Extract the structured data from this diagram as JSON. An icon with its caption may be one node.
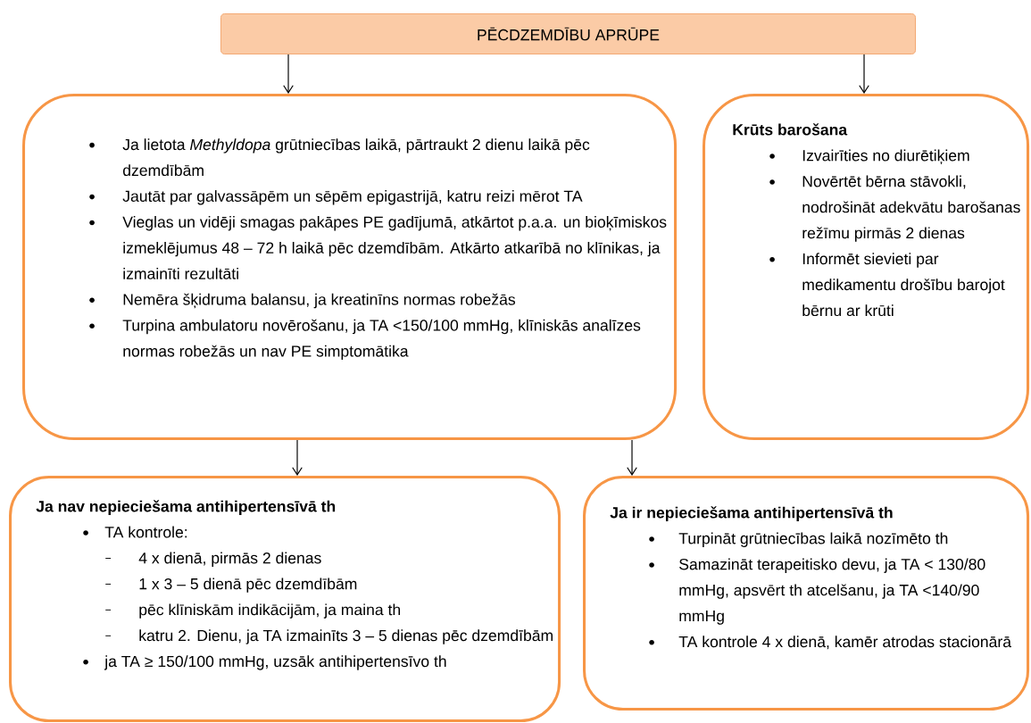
{
  "diagram": {
    "nodes": [
      {
        "text": [
          "PĒCDZEMDĪBU APRŪPE"
        ]
      },
      {
        "text": [
          "Ja lietota *Methyldopa* grūtniecības laikā, pārtraukt 2 dienu laikā pēc dzemdībām",
          "Jautāt par galvassāpēm un sēpēm epigastrijā, katru reizi mērot TA",
          "Vieglas un vidēji smagas pakāpes PE gadījumā, atkārtot p.a.a. un bioķīmiskos izmeklējumus 48 – 72 h laikā pēc dzemdībām. Atkārto atkarībā no klīnikas, ja izmainīti rezultāti",
          "Nemēra šķidruma balansu, ja kreatinīns normas robežās",
          "Turpina ambulatoru novērošanu, ja TA <150/100 mmHg, klīniskās analīzes normas robežās un nav PE simptomātika"
        ]
      },
      {
        "text": [
          "Krūts barošana",
          "Izvairīties no diurētiķiem",
          "Novērtēt bērna stāvokli, nodrošināt adekvātu barošanas režīmu pirmās 2 dienas",
          "Informēt sievieti par medikamentu drošību barojot bērnu ar krūti"
        ]
      },
      {
        "text": [
          "Ja nav nepieciešama antihipertensīvā th",
          "TA kontrole:",
          "4 x dienā, pirmās 2 dienas",
          "1 x 3 – 5 dienā pēc dzemdībām",
          "pēc klīniskām indikācijām, ja maina th",
          "katru 2. Dienu, ja TA izmainīts 3 – 5 dienas pēc dzemdībām",
          "ja TA ≥ 150/100 mmHg, uzsāk antihipertensīvo th"
        ]
      },
      {
        "text": [
          "Ja ir nepieciešama antihipertensīvā th",
          "Turpināt grūtniecības laikā nozīmēto th",
          "Samazināt terapeitisko devu, ja TA < 130/80 mmHg, apsvērt th atcelšanu, ja TA <140/90 mmHg",
          "TA kontrole 4 x dienā, kamēr atrodas stacionārā"
        ]
      }
    ],
    "edges": [
      {
        "from": 0,
        "to": 1,
        "arrow": "to"
      },
      {
        "from": 0,
        "to": 2,
        "arrow": "to"
      },
      {
        "from": 1,
        "to": 3,
        "arrow": "to"
      },
      {
        "from": 1,
        "to": 4,
        "arrow": "to"
      }
    ]
  }
}
